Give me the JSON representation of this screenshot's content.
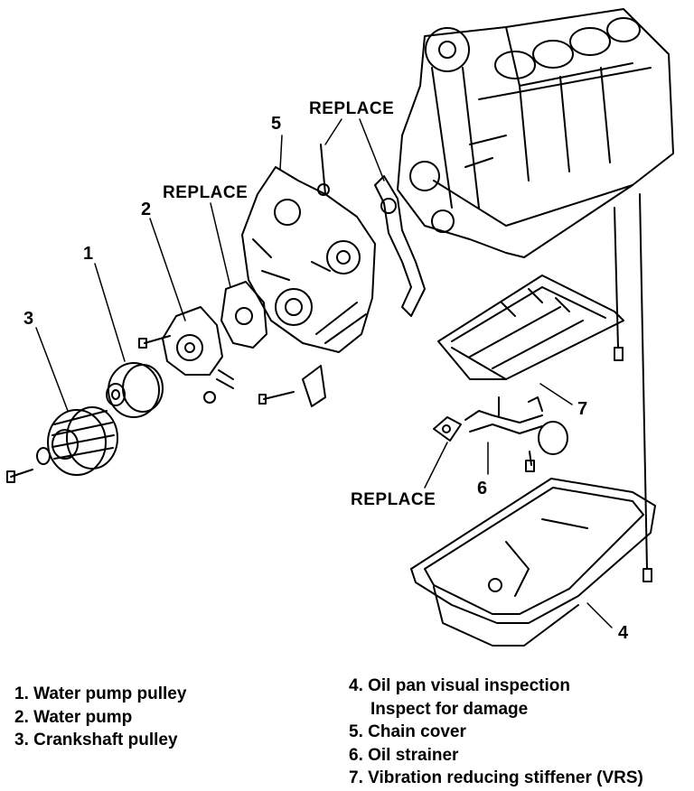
{
  "callouts": {
    "n1": "1",
    "n2": "2",
    "n3": "3",
    "n4": "4",
    "n5": "5",
    "n6": "6",
    "n7": "7",
    "replace_top": "REPLACE",
    "replace_mid": "REPLACE",
    "replace_bottom": "REPLACE"
  },
  "legend": {
    "left": [
      "1. Water pump pulley",
      "2. Water pump",
      "3. Crankshaft pulley"
    ],
    "right": {
      "item4": "4. Oil pan visual inspection",
      "item4_note": "Inspect for damage",
      "item5": "5. Chain cover",
      "item6": "6. Oil strainer",
      "item7": "7. Vibration reducing stiffener (VRS)"
    }
  }
}
